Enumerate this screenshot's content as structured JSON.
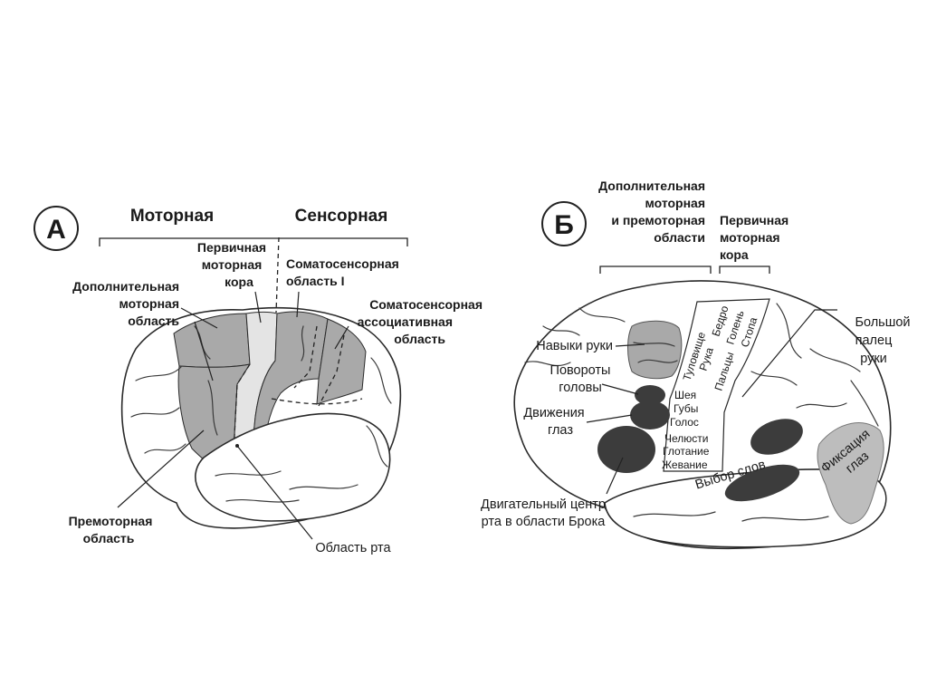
{
  "panel_a": {
    "badge": "А",
    "heading_motor": "Моторная",
    "heading_sensory": "Сенсорная",
    "label_primary_motor": [
      "Первичная",
      "моторная",
      "кора"
    ],
    "label_somato1": [
      "Соматосенсорная",
      "область I"
    ],
    "label_supp_motor": [
      "Дополнительная",
      "моторная",
      "область"
    ],
    "label_somato_assoc": [
      "Соматосенсорная",
      "ассоциативная",
      "область"
    ],
    "label_premotor": [
      "Премоторная",
      "область"
    ],
    "label_mouth": "Область рта"
  },
  "panel_b": {
    "badge": "Б",
    "label_supp_premotor": [
      "Дополнительная",
      "моторная",
      "и премоторная",
      "области"
    ],
    "label_primary_motor": [
      "Первичная",
      "моторная",
      "кора"
    ],
    "label_hand_skills": "Навыки руки",
    "label_head_turn": [
      "Повороты",
      "головы"
    ],
    "label_eye_move": [
      "Движения",
      "глаз"
    ],
    "label_broca": [
      "Двигательный центр",
      "рта в области Брока"
    ],
    "label_thumb": [
      "Большой",
      "палец",
      "руки"
    ],
    "label_word_choice": "Выбор слов",
    "label_fixation": [
      "Фиксация",
      "глаз"
    ],
    "strip_upper": [
      "Бедро",
      "Голень",
      "Стопа"
    ],
    "strip_middle": [
      "Туловище",
      "Рука",
      "Пальцы"
    ],
    "strip_lower": [
      "Шея",
      "Губы",
      "Голос",
      "Челюсти",
      "Глотание",
      "Жевание"
    ]
  },
  "colors": {
    "outline": "#2a2a2a",
    "light_gray": "#d2d2d2",
    "mid_gray": "#a9a9a9",
    "dark_gray": "#3c3c3c",
    "background": "#ffffff"
  }
}
